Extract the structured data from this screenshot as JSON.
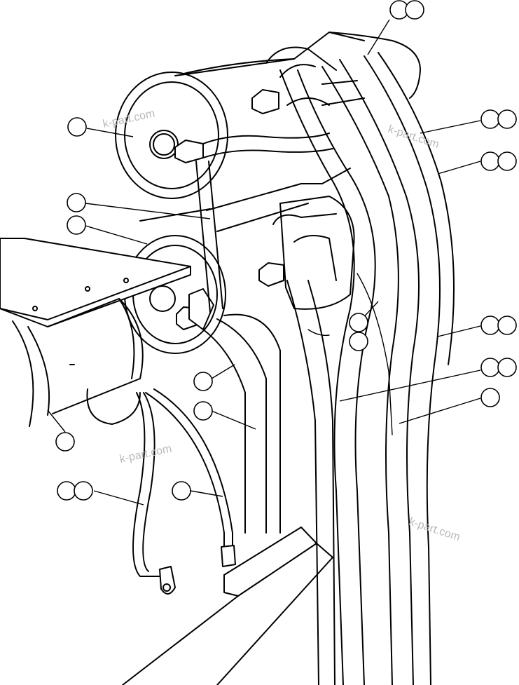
{
  "diagram": {
    "watermarks": [
      "k-part.com",
      "k-part.com",
      "k-part.com"
    ]
  }
}
